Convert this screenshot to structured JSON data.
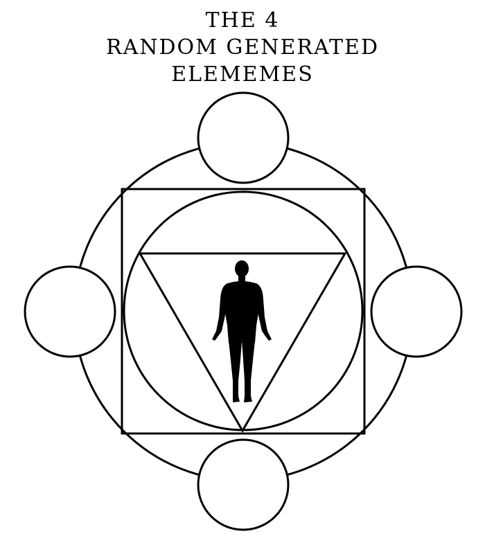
{
  "title": {
    "line1": "THE 4",
    "line2": "RANDOM GENERATED",
    "line3": "ELEMEMES"
  },
  "colors": {
    "stroke": "#000000",
    "fill": "#ffffff",
    "figure": "#000000"
  },
  "icons": {
    "figure": "human-figure-icon"
  }
}
